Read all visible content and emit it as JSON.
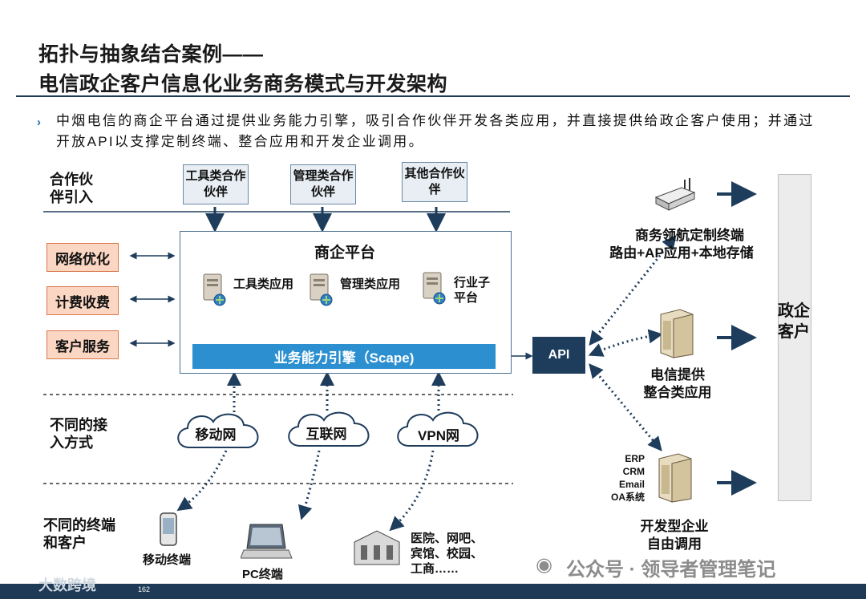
{
  "title": {
    "line1": "拓扑与抽象结合案例——",
    "line2": "电信政企客户信息化业务商务模式与开发架构"
  },
  "bullet": {
    "mark": "›",
    "text": "中烟电信的商企平台通过提供业务能力引擎，吸引合作伙伴开发各类应用，并直接提供给政企客户使用；并通过开放API以支撑定制终端、整合应用和开发企业调用。"
  },
  "left_labels": {
    "partner_intro": "合作伙伴引入",
    "access_methods": "不同的接入方式",
    "terminals_customers": "不同的终端和客户"
  },
  "partners": [
    "工具类合作伙伴",
    "管理类合作伙伴",
    "其他合作伙伴"
  ],
  "side_services": [
    "网络优化",
    "计费收费",
    "客户服务"
  ],
  "platform": {
    "title": "商企平台",
    "apps": [
      "工具类应用",
      "管理类应用",
      "行业子平台"
    ],
    "engine": "业务能力引擎（Scape)"
  },
  "api": "API",
  "networks": [
    "移动网",
    "互联网",
    "VPN网"
  ],
  "terminals": {
    "mobile": "移动终端",
    "pc": "PC终端",
    "institutions": "医院、网吧、宾馆、校园、工商……"
  },
  "right": {
    "router_label": "商务领航定制终端",
    "router_sub": "路由+AP应用+本地存储",
    "telecom_label": "电信提供",
    "telecom_sub": "整合类应用",
    "enterprise_tags": [
      "ERP",
      "CRM",
      "Email",
      "OA系统"
    ],
    "enterprise_label": "开发型企业",
    "enterprise_sub": "自由调用"
  },
  "government_customer": "政企客户",
  "footer": {
    "brand": "大数跨境",
    "page": "162"
  },
  "watermark": "公众号 · 领导者管理笔记",
  "colors": {
    "accent": "#2b8fd0",
    "api": "#1e3d5c",
    "side_fill": "#fbd7c3",
    "side_border": "#d9774a",
    "rule": "#1f3a56"
  }
}
